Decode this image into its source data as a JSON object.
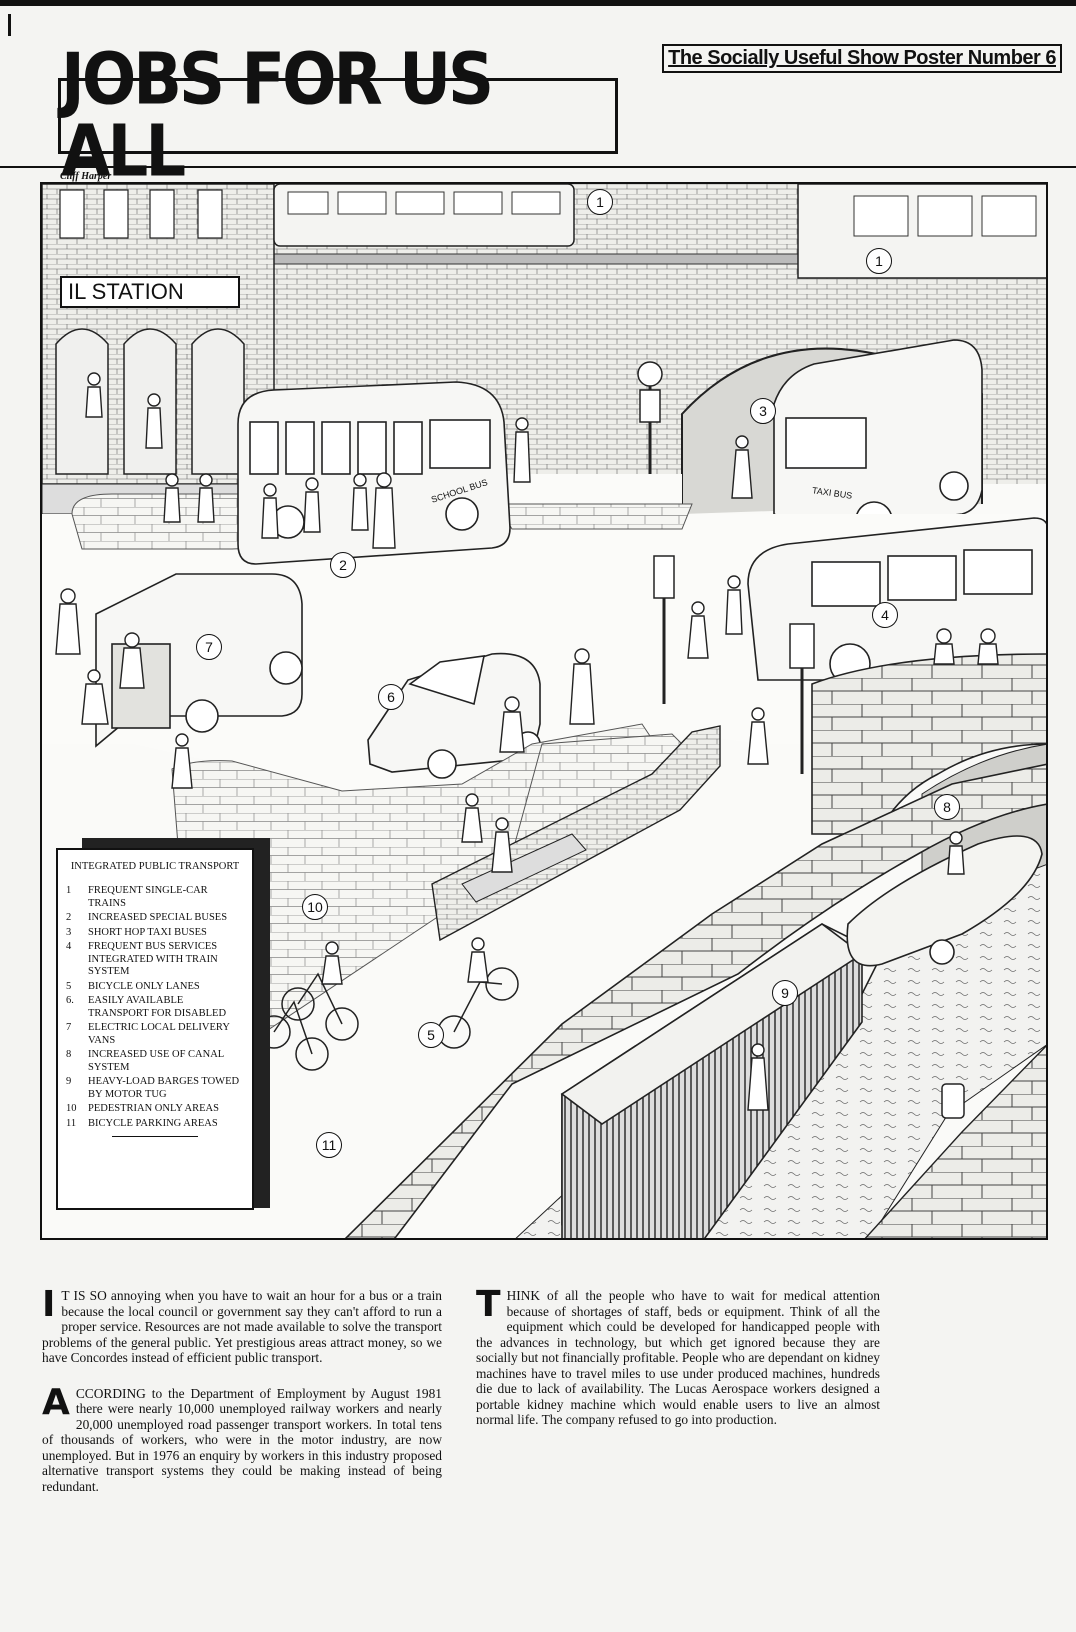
{
  "header": {
    "poster_number": "The Socially Useful Show Poster Number 6",
    "title": "JOBS FOR US ALL",
    "credit": "Cliff Harper"
  },
  "illustration": {
    "station_sign": "IL STATION",
    "school_bus_text": "SCHOOL BUS",
    "taxi_bus_text": "TAXI BUS",
    "markers": [
      "1",
      "1",
      "2",
      "3",
      "4",
      "5",
      "6",
      "7",
      "8",
      "9",
      "10",
      "11"
    ]
  },
  "legend": {
    "title": "INTEGRATED PUBLIC TRANSPORT",
    "items": [
      {
        "num": "1",
        "text": "FREQUENT SINGLE-CAR TRAINS"
      },
      {
        "num": "2",
        "text": "INCREASED SPECIAL BUSES"
      },
      {
        "num": "3",
        "text": "SHORT HOP TAXI BUSES"
      },
      {
        "num": "4",
        "text": "FREQUENT BUS SERVICES INTEGRATED WITH TRAIN SYSTEM"
      },
      {
        "num": "5",
        "text": "BICYCLE ONLY LANES"
      },
      {
        "num": "6.",
        "text": "EASILY AVAILABLE TRANSPORT FOR DISABLED"
      },
      {
        "num": "7",
        "text": "ELECTRIC LOCAL DELIVERY VANS"
      },
      {
        "num": "8",
        "text": "INCREASED USE OF CANAL SYSTEM"
      },
      {
        "num": "9",
        "text": "HEAVY-LOAD BARGES TOWED BY MOTOR TUG"
      },
      {
        "num": "10",
        "text": "PEDESTRIAN ONLY AREAS"
      },
      {
        "num": "11",
        "text": "BICYCLE PARKING AREAS"
      }
    ]
  },
  "article": {
    "p1_cap": "I",
    "p1": "T IS SO annoying when you have to wait an hour for a bus or a train because the local council or government say they can't afford to run a proper service. Resources are not made available to solve the transport problems of the general public. Yet prestigious areas attract money, so we have Concordes instead of efficient public transport.",
    "p2_cap": "A",
    "p2": "CCORDING to the Department of Employment by August 1981 there were nearly 10,000 unemployed railway workers and nearly 20,000 unemployed road passenger transport workers. In total tens of thousands of workers, who were in the motor industry, are now unemployed. But in 1976 an enquiry by workers in this industry proposed alternative transport systems they could be making instead of being redundant.",
    "p3_cap": "T",
    "p3": "HINK of all the people who have to wait for medical attention because of shortages of staff, beds or equipment. Think of all the equipment which could be developed for handicapped people with the advances in technology, but which get ignored because they are socially but not financially profitable. People who are dependant on kidney machines have to travel miles to use under produced machines, hundreds die due to lack of availability. The Lucas Aerospace workers designed a portable kidney machine which would enable users to live an almost normal life. The company refused to go into production."
  }
}
